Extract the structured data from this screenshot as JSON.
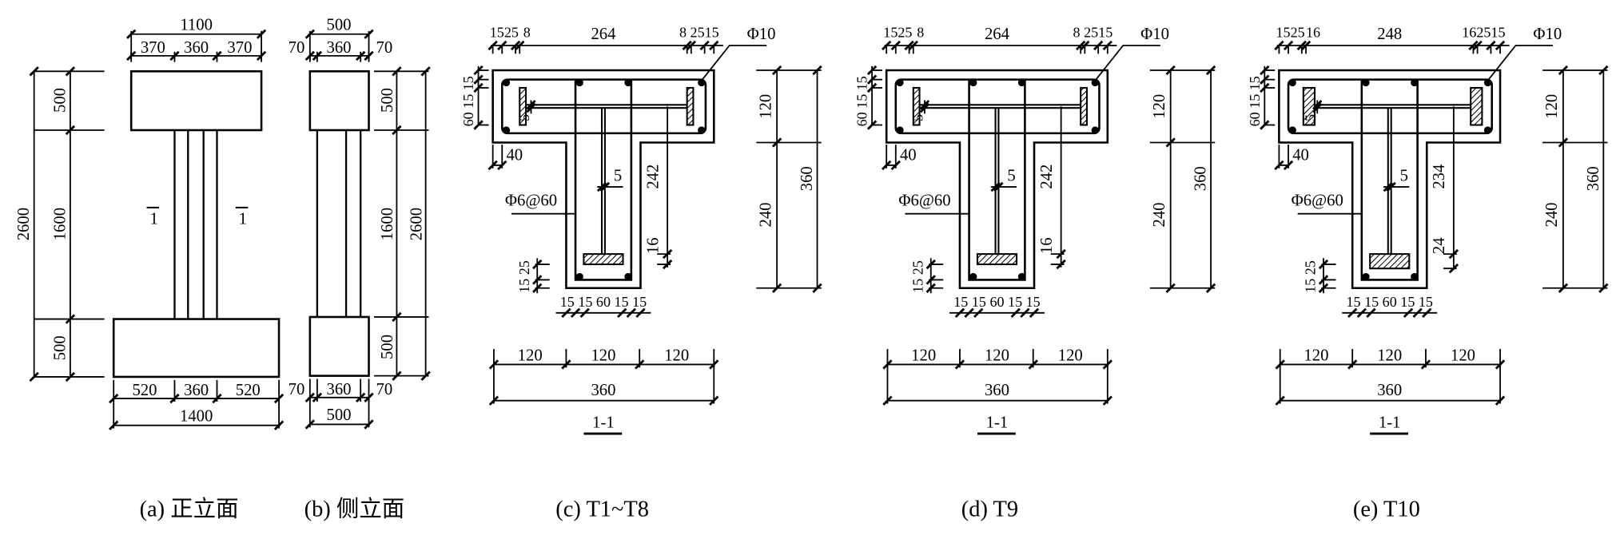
{
  "elevation_front": {
    "top_total": "1100",
    "top_parts": [
      "370",
      "360",
      "370"
    ],
    "total_height": "2600",
    "heights": [
      "500",
      "1600",
      "500"
    ],
    "bottom_parts": [
      "520",
      "360",
      "520"
    ],
    "bottom_total": "1400",
    "section_mark": "1",
    "caption": "(a)  正立面"
  },
  "elevation_side": {
    "top_total": "500",
    "top_parts": [
      "70",
      "360",
      "70"
    ],
    "total_height": "2600",
    "heights": [
      "500",
      "1600",
      "500"
    ],
    "bottom_parts": [
      "70",
      "360",
      "70"
    ],
    "bottom_total": "500",
    "caption": "(b)  侧立面"
  },
  "sections": [
    {
      "top_left": [
        "15",
        "25",
        "8"
      ],
      "top_mid": "264",
      "top_right": [
        "8",
        "25",
        "15"
      ],
      "long_bar": "Φ10",
      "left_v": "60 15 15",
      "cover": "40",
      "stirrup": "Φ6@60",
      "flange_thk": "5",
      "web_thk": "5",
      "web_h": "242",
      "bf_thk": "16",
      "bot_left_v": "15 25",
      "bottom": "15 15 60 15 15",
      "right": [
        "120",
        "240",
        "360"
      ],
      "widths": [
        "120",
        "120",
        "120"
      ],
      "total": "360",
      "label": "1-1",
      "caption": "(c) T1~T8",
      "plate_w": 6
    },
    {
      "top_left": [
        "15",
        "25",
        "8"
      ],
      "top_mid": "264",
      "top_right": [
        "8",
        "25",
        "15"
      ],
      "long_bar": "Φ10",
      "left_v": "60 15 15",
      "cover": "40",
      "stirrup": "Φ6@60",
      "flange_thk": "5",
      "web_thk": "5",
      "web_h": "242",
      "bf_thk": "16",
      "bot_left_v": "15 25",
      "bottom": "15 15 60 15 15",
      "right": [
        "120",
        "240",
        "360"
      ],
      "widths": [
        "120",
        "120",
        "120"
      ],
      "total": "360",
      "label": "1-1",
      "caption": "(d) T9",
      "plate_w": 6
    },
    {
      "top_left": [
        "15",
        "25",
        "16"
      ],
      "top_mid": "248",
      "top_right": [
        "16",
        "25",
        "15"
      ],
      "long_bar": "Φ10",
      "left_v": "60 15 15",
      "cover": "40",
      "stirrup": "Φ6@60",
      "flange_thk": "5",
      "web_thk": "5",
      "web_h": "234",
      "bf_thk": "24",
      "bot_left_v": "15 25",
      "bottom": "15 15 60 15 15",
      "right": [
        "120",
        "240",
        "360"
      ],
      "widths": [
        "120",
        "120",
        "120"
      ],
      "total": "360",
      "label": "1-1",
      "caption": "(e) T10",
      "plate_w": 11
    }
  ],
  "colors": {
    "ink": "#000000",
    "background": "#ffffff"
  }
}
